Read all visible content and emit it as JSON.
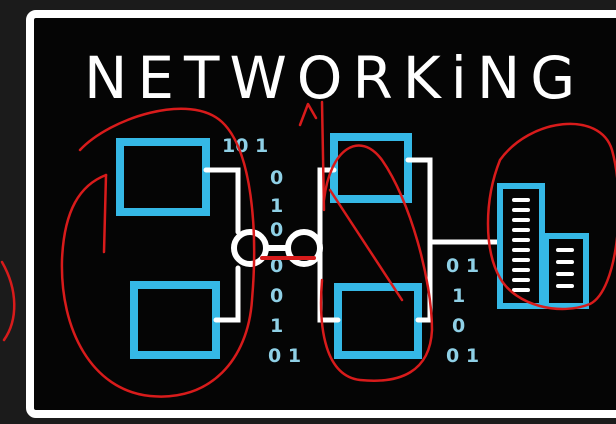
{
  "title": "NETWORKiNG",
  "binary_columns": {
    "left": [
      "10 1",
      "0",
      "1",
      "0",
      "0",
      "0",
      "1",
      "0 1"
    ],
    "right": [
      "0 1",
      "1",
      "0",
      "0 1"
    ]
  },
  "colors": {
    "background": "#1b1b1b",
    "board": "#050505",
    "chalk_white": "#ffffff",
    "computer_blue": "#35b8e6",
    "bit_blue": "#8fd0e6",
    "annotation_red": "#d81b1b"
  },
  "icons": [
    "computer-icon",
    "server-icon",
    "connector-icon"
  ]
}
